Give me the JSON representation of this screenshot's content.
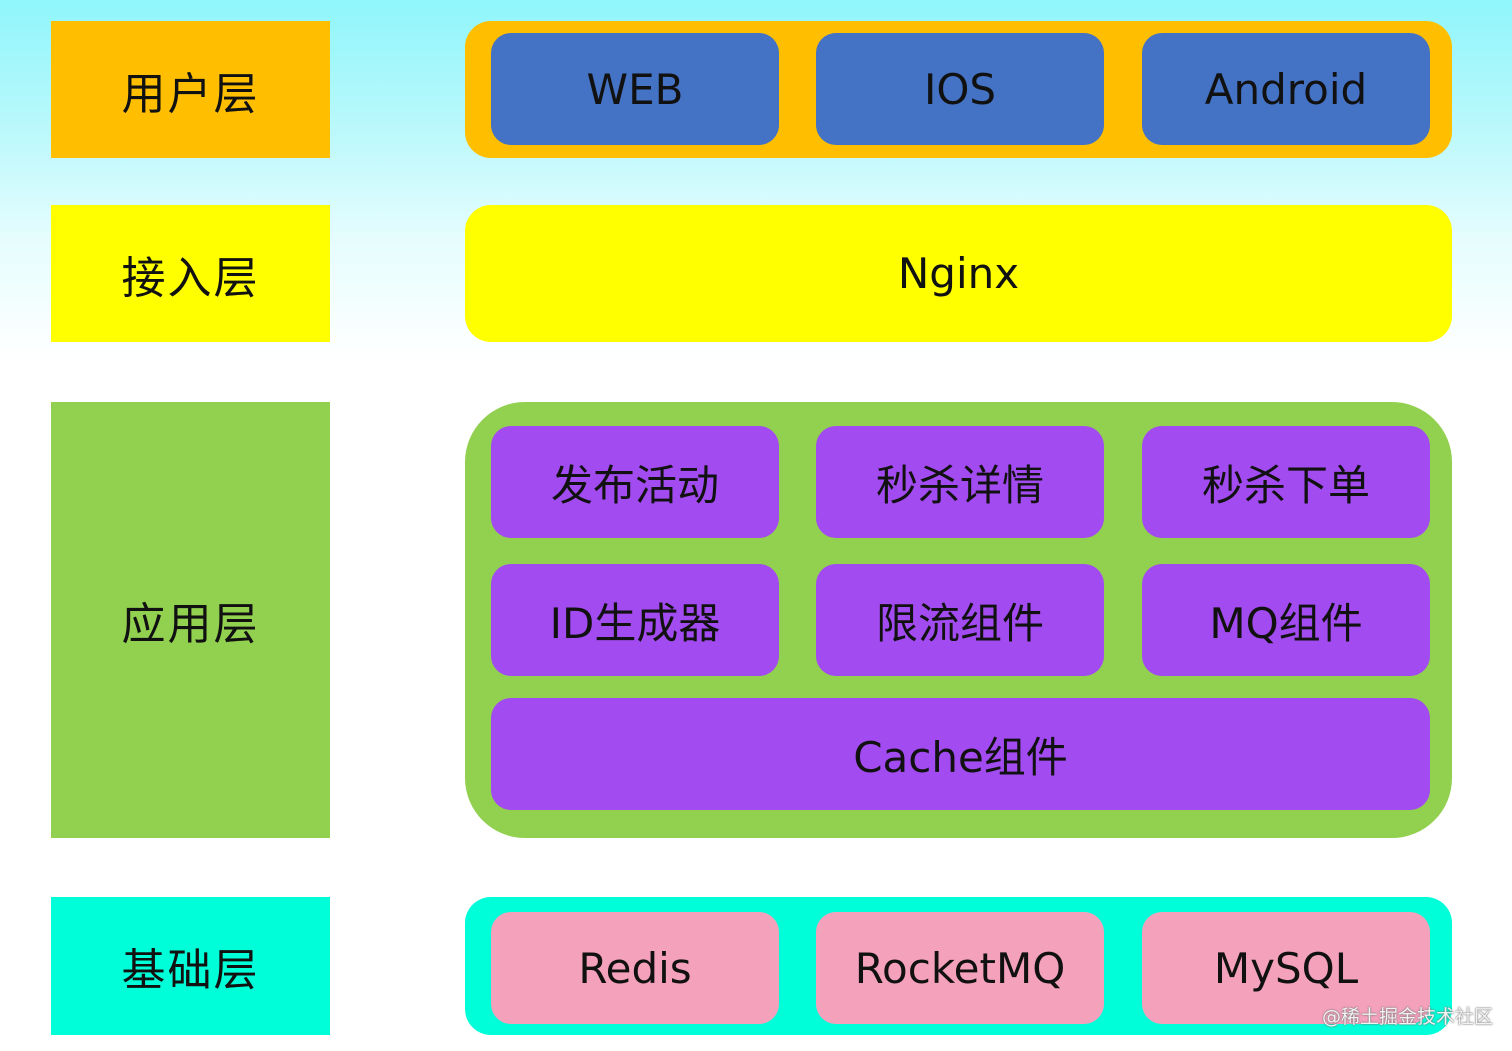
{
  "layers": {
    "user": {
      "label": "用户层",
      "color": "#ffbf00",
      "items": [
        "WEB",
        "IOS",
        "Android"
      ]
    },
    "access": {
      "label": "接入层",
      "color": "#ffff00",
      "items": [
        "Nginx"
      ]
    },
    "app": {
      "label": "应用层",
      "color": "#92d050",
      "rows": [
        [
          "发布活动",
          "秒杀详情",
          "秒杀下单"
        ],
        [
          "ID生成器",
          "限流组件",
          "MQ组件"
        ],
        [
          "Cache组件"
        ]
      ]
    },
    "base": {
      "label": "基础层",
      "color": "#00ffd9",
      "items": [
        "Redis",
        "RocketMQ",
        "MySQL"
      ]
    }
  },
  "colors": {
    "client_box": "#4472c4",
    "service_box": "#a24bf0",
    "storage_box": "#f4a1bc"
  },
  "watermark": "@稀土掘金技术社区"
}
